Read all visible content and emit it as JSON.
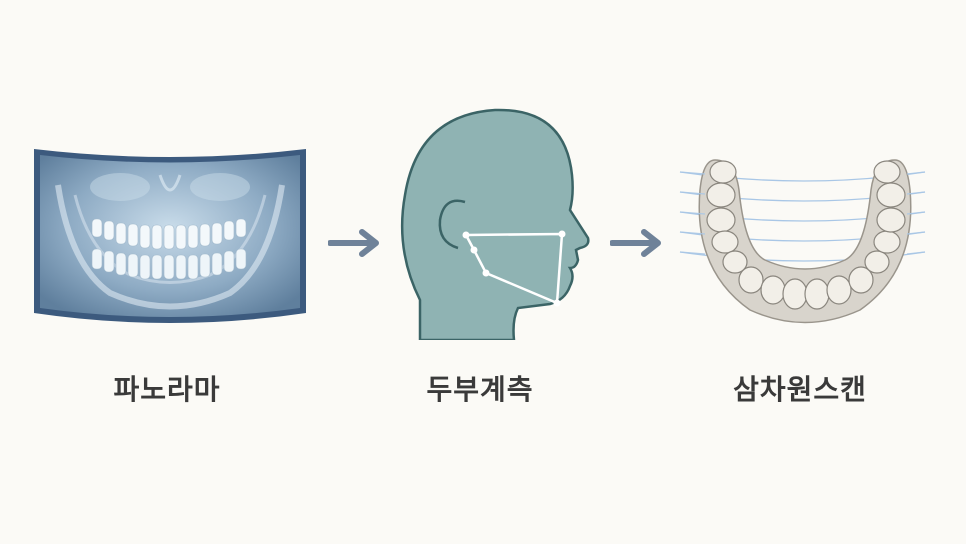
{
  "steps": [
    {
      "label": "파노라마",
      "icon": "panoramic-xray"
    },
    {
      "label": "두부계측",
      "icon": "cephalometric-head-profile"
    },
    {
      "label": "삼차원스캔",
      "icon": "3d-dental-scan"
    }
  ],
  "colors": {
    "background": "#fbfaf6",
    "arrow": "#6f8299",
    "xray_frame": "#3c5a7e",
    "xray_fill": "#6f8fac",
    "head_fill": "#8fb3b3",
    "head_stroke": "#3b6466",
    "scan_lines": "#a9c7e6",
    "label_text": "#3a3a3a"
  }
}
